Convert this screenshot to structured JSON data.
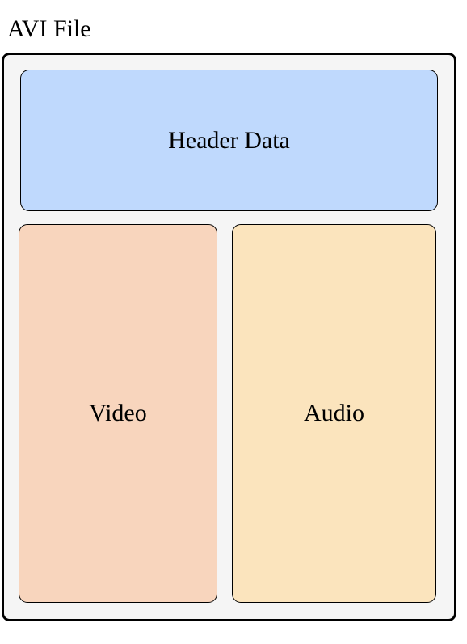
{
  "title": "AVI File",
  "blocks": {
    "header": {
      "label": "Header Data",
      "color": "#bfd9fd"
    },
    "video": {
      "label": "Video",
      "color": "#f8d5bd"
    },
    "audio": {
      "label": "Audio",
      "color": "#fbe4bd"
    }
  },
  "colors": {
    "container_fill": "#f5f5f5",
    "stroke": "#000000"
  }
}
